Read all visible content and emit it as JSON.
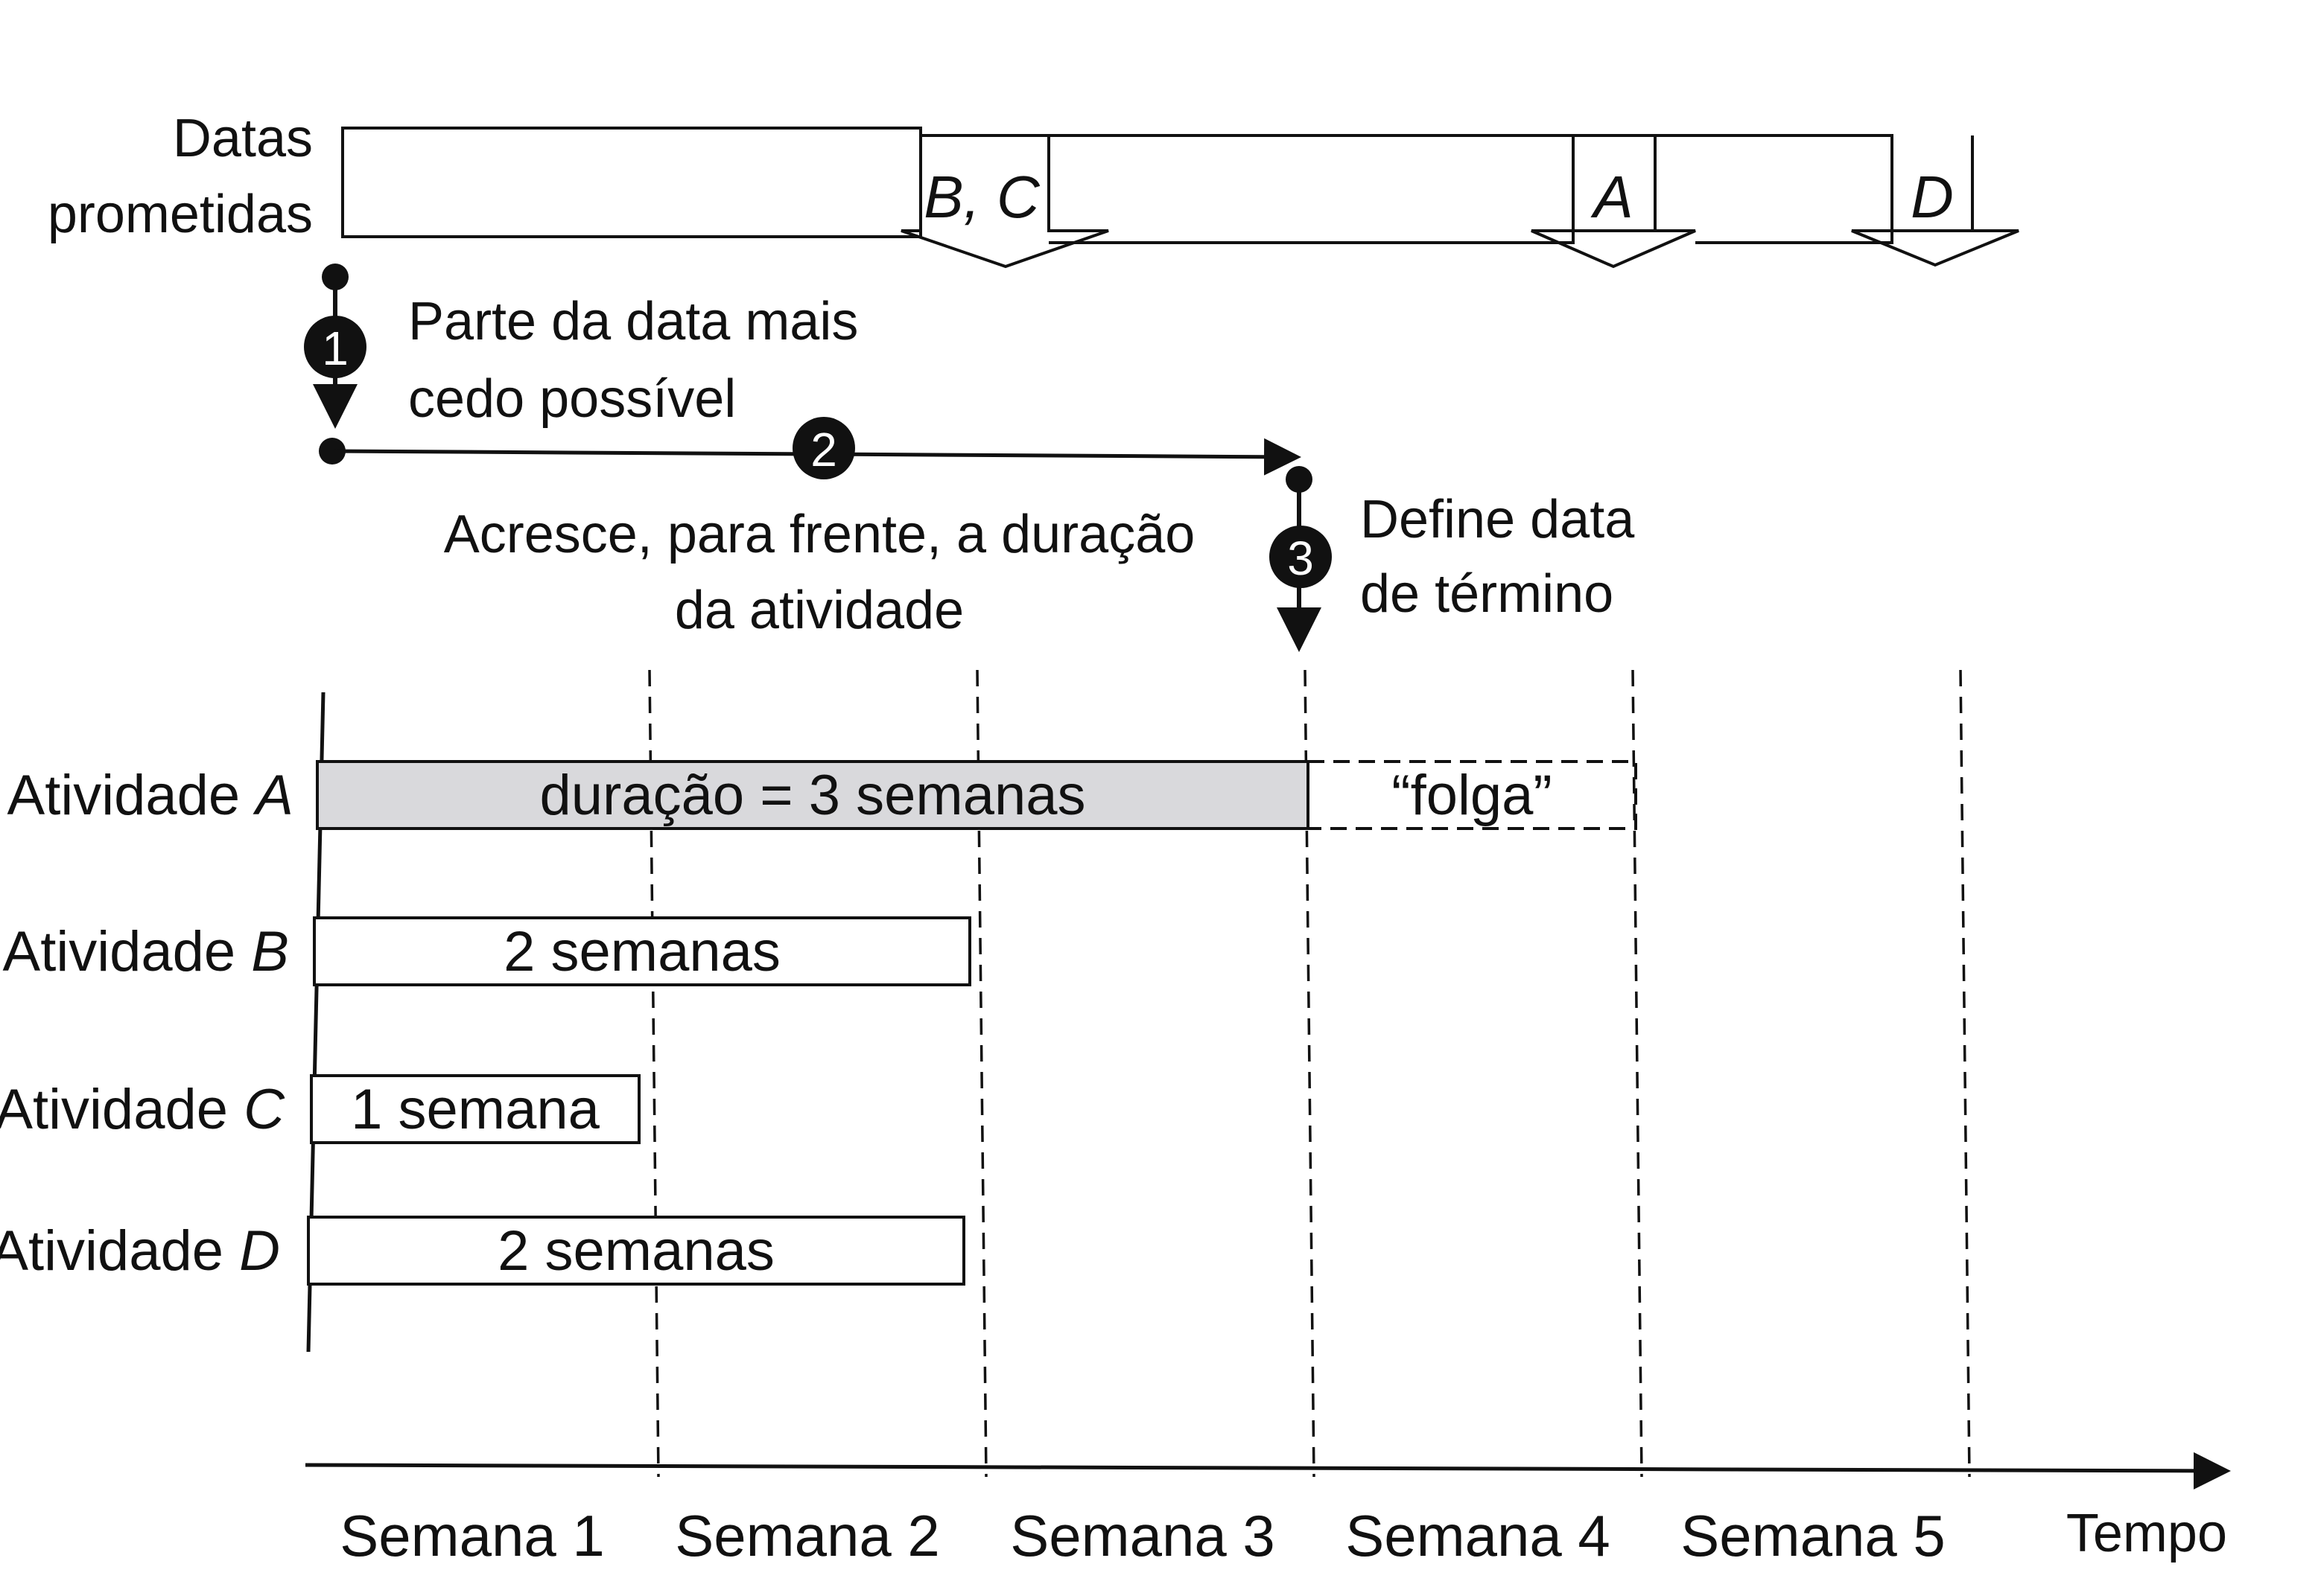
{
  "promised_dates": {
    "label_line1": "Datas",
    "label_line2": "prometidas",
    "markers": [
      {
        "text": "B, C"
      },
      {
        "text": "A"
      },
      {
        "text": "D"
      }
    ]
  },
  "steps": [
    {
      "number": "1",
      "line1": "Parte da data mais",
      "line2": "cedo possível"
    },
    {
      "number": "2",
      "line1": "Acresce, para frente, a duração",
      "line2": "da atividade"
    },
    {
      "number": "3",
      "line1": "Define data",
      "line2": "de término"
    }
  ],
  "activities": [
    {
      "label": "Atividade ",
      "letter": "A",
      "bar_text": "duração = 3 semanas",
      "weeks": 3,
      "shaded": true
    },
    {
      "label": "Atividade ",
      "letter": "B",
      "bar_text": "2 semanas",
      "weeks": 2,
      "shaded": false
    },
    {
      "label": "Atividade ",
      "letter": "C",
      "bar_text": "1 semana",
      "weeks": 1,
      "shaded": false
    },
    {
      "label": "Atividade ",
      "letter": "D",
      "bar_text": "2 semanas",
      "weeks": 2,
      "shaded": false
    }
  ],
  "slack": {
    "text": "“folga”",
    "weeks": 1
  },
  "axis": {
    "weeks": [
      "Semana 1",
      "Semana 2",
      "Semana 3",
      "Semana 4",
      "Semana 5"
    ],
    "end_label": "Tempo"
  },
  "colors": {
    "ink": "#111111",
    "shade": "#d9d9dc",
    "badge": "#111111",
    "badge_text": "#ffffff"
  }
}
